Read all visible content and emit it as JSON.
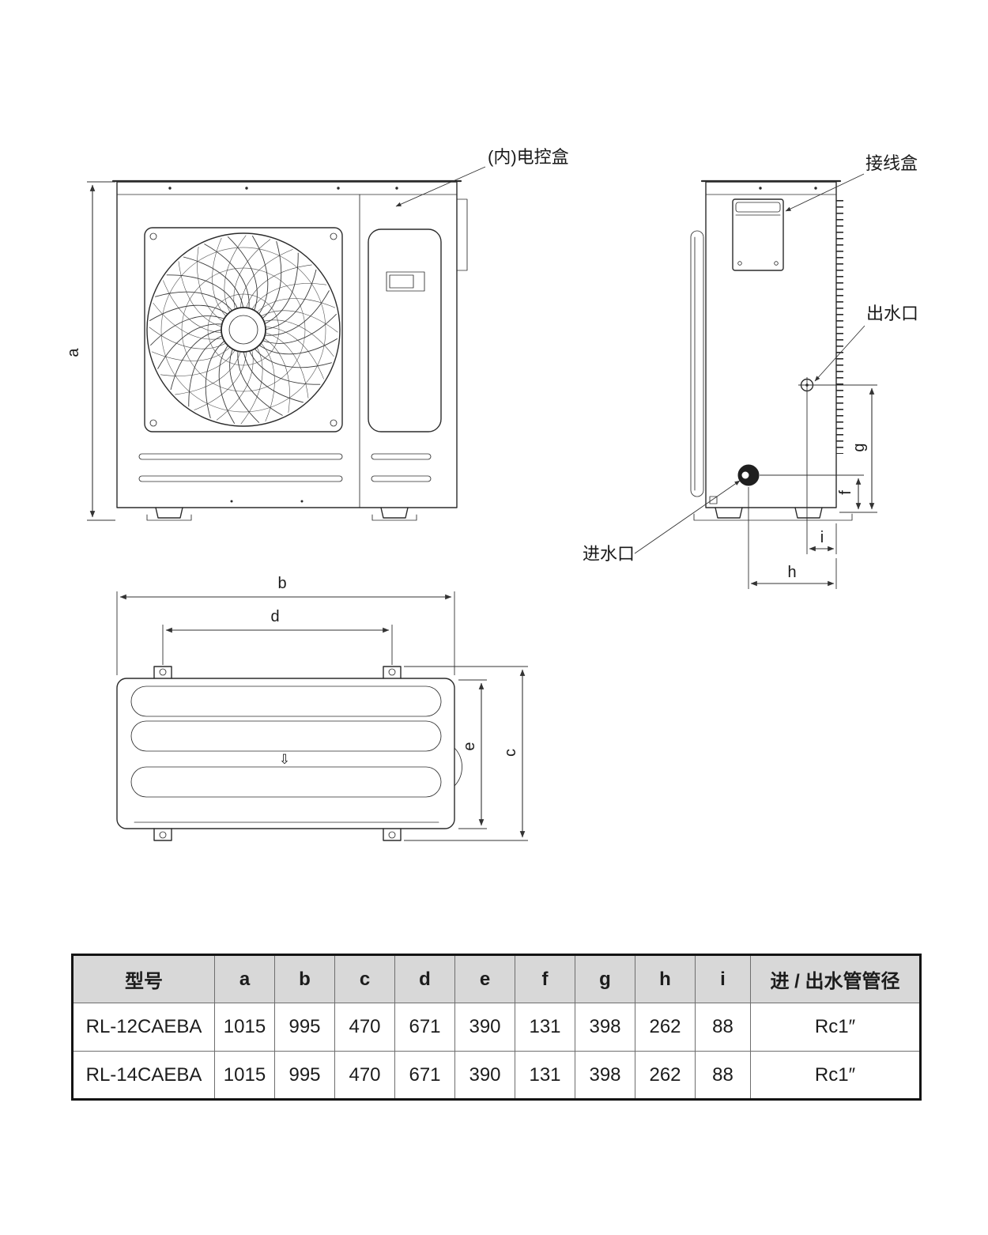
{
  "callouts": {
    "control_box": "(内)电控盒",
    "junction_box": "接线盒",
    "water_outlet": "出水口",
    "water_inlet": "进水口"
  },
  "dims": {
    "a": "a",
    "b": "b",
    "c": "c",
    "d": "d",
    "e": "e",
    "f": "f",
    "g": "g",
    "h": "h",
    "i": "i"
  },
  "flow_arrow": "⇩",
  "table": {
    "headers": [
      "型号",
      "a",
      "b",
      "c",
      "d",
      "e",
      "f",
      "g",
      "h",
      "i",
      "进 / 出水管管径"
    ],
    "rows": [
      [
        "RL-12CAEBA",
        "1015",
        "995",
        "470",
        "671",
        "390",
        "131",
        "398",
        "262",
        "88",
        "Rc1″"
      ],
      [
        "RL-14CAEBA",
        "1015",
        "995",
        "470",
        "671",
        "390",
        "131",
        "398",
        "262",
        "88",
        "Rc1″"
      ]
    ]
  }
}
